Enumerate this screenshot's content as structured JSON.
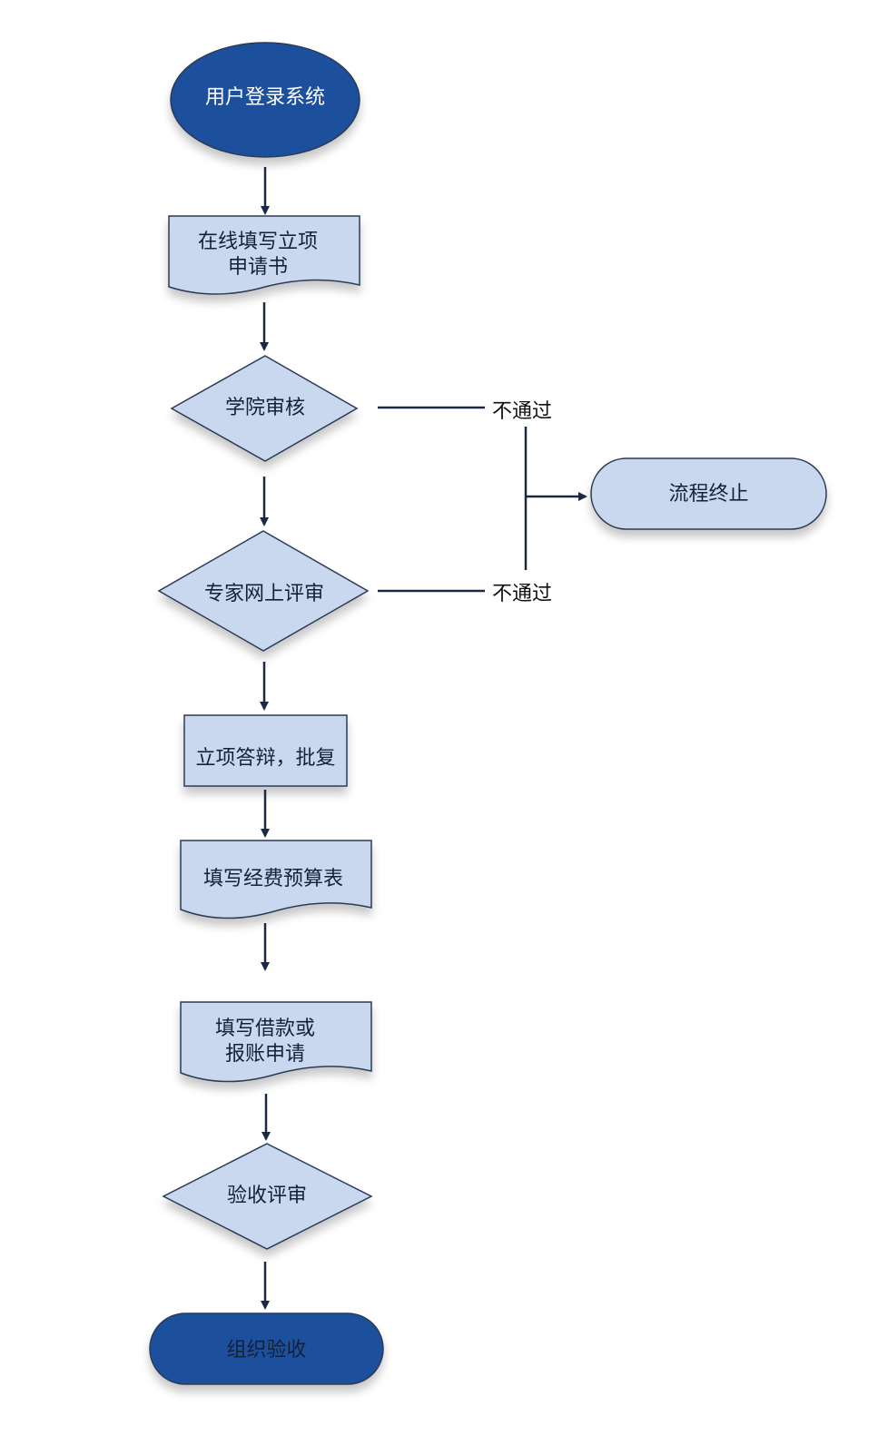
{
  "flowchart": {
    "nodes": {
      "start": "用户登录系统",
      "fill_application": "在线填写立项\n申请书",
      "college_review": "学院审核",
      "expert_review": "专家网上评审",
      "defense": "立项答辩，批复",
      "budget": "填写经费预算表",
      "loan": "填写借款或\n报账申请",
      "acceptance_review": "验收评审",
      "end": "组织验收",
      "terminate": "流程终止"
    },
    "edges": {
      "reject_college": "不通过",
      "reject_expert": "不通过"
    }
  },
  "colors": {
    "dark_blue": "#1f4f9c",
    "light_blue": "#c9d8ee",
    "stroke": "#2b3a55",
    "arrow": "#1a2a45"
  }
}
